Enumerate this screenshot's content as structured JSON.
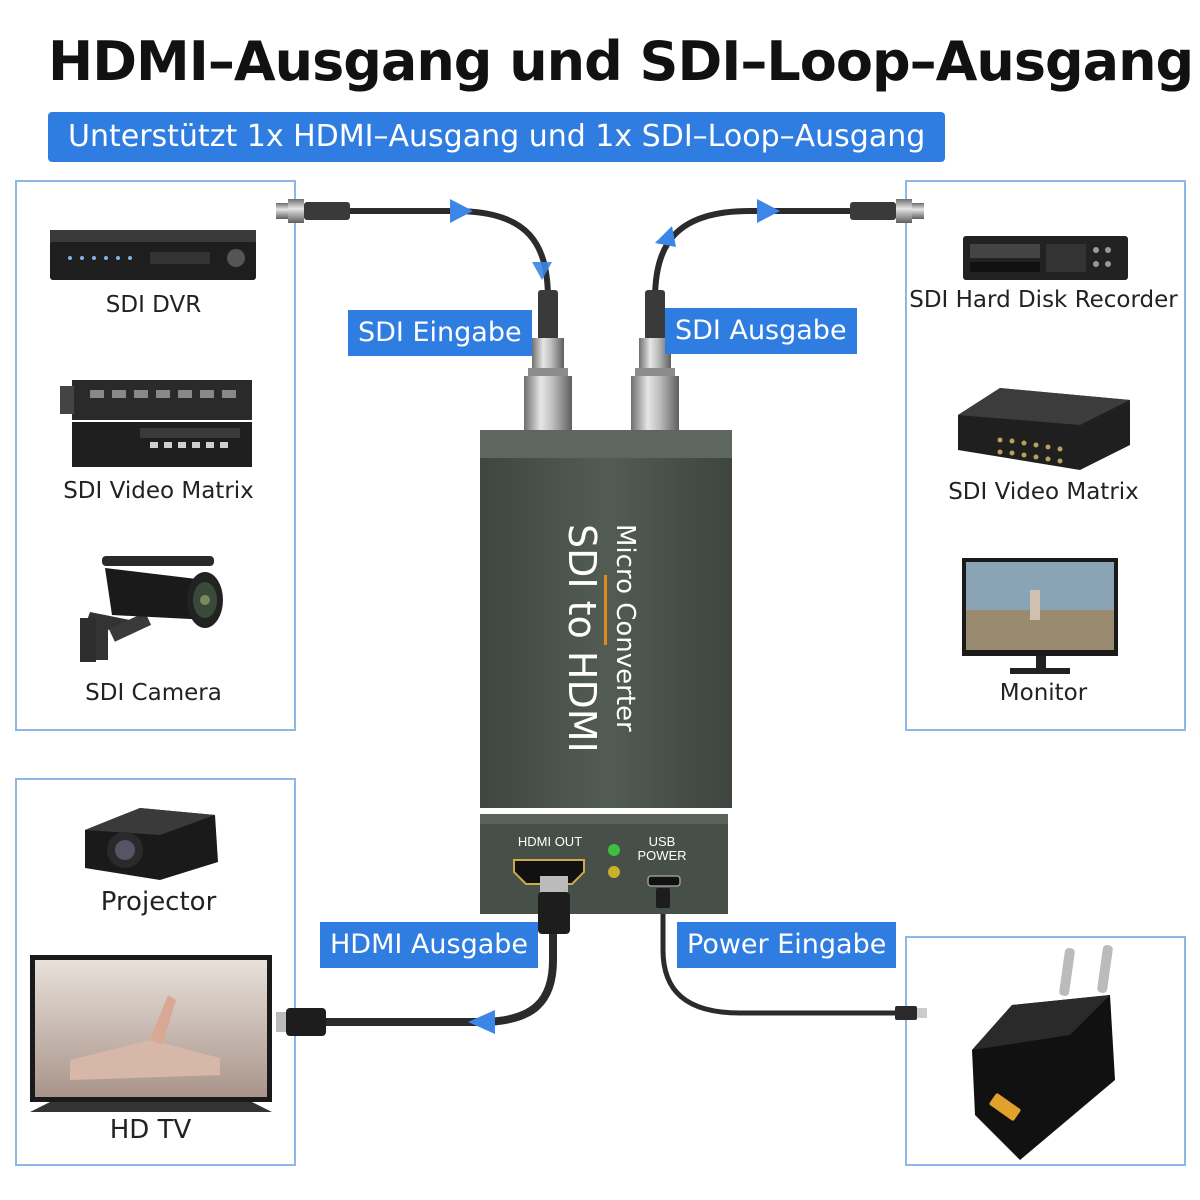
{
  "header": {
    "title": "HDMI–Ausgang und SDI–Loop–Ausgang",
    "subtitle": "Unterstützt 1x HDMI–Ausgang und 1x SDI–Loop–Ausgang"
  },
  "left_sources": [
    {
      "label": "SDI DVR",
      "icon": "dvr-icon"
    },
    {
      "label": "SDI Video Matrix",
      "icon": "video-matrix-icon"
    },
    {
      "label": "SDI Camera",
      "icon": "camera-icon"
    }
  ],
  "right_targets": [
    {
      "label": "SDI Hard Disk Recorder",
      "icon": "recorder-icon"
    },
    {
      "label": "SDI Video Matrix",
      "icon": "video-matrix-icon"
    },
    {
      "label": "Monitor",
      "icon": "monitor-icon"
    }
  ],
  "hdmi_targets": [
    {
      "label": "Projector",
      "icon": "projector-icon"
    },
    {
      "label": "HD TV",
      "icon": "tv-icon"
    }
  ],
  "connections": {
    "sdi_in": "SDI Eingabe",
    "sdi_out": "SDI Ausgabe",
    "hdmi_out": "HDMI Ausgabe",
    "power_in": "Power Eingabe"
  },
  "device": {
    "line1": "Micro Converter",
    "line2": "SDI to HDMI",
    "port_hdmi": "HDMI OUT",
    "port_usb_1": "USB",
    "port_usb_2": "POWER"
  },
  "colors": {
    "accent": "#2f7de1",
    "panel_border": "#8db8e6",
    "device_body": "#4a524c",
    "cable": "#2b2b2b"
  }
}
